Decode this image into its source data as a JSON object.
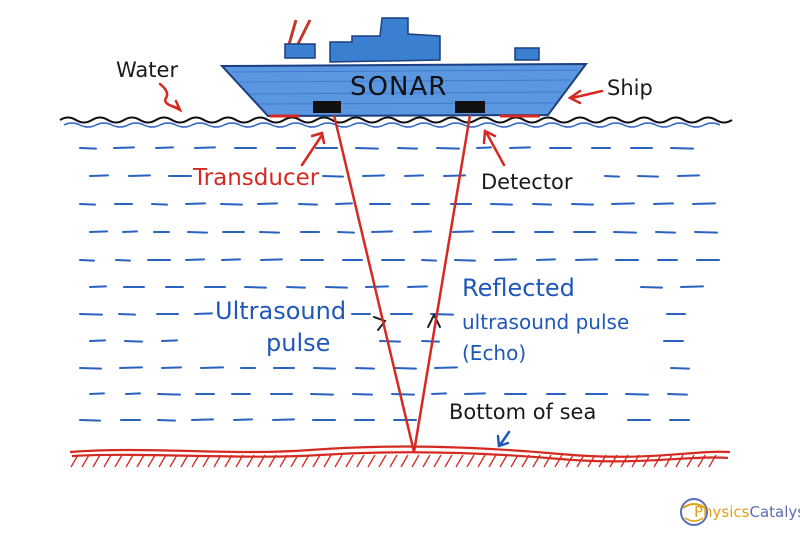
{
  "labels": {
    "water": "Water",
    "ship": "Ship",
    "sonar": "SONAR",
    "transducer": "Transducer",
    "detector": "Detector",
    "ultrasound_line1": "Ultrasound",
    "ultrasound_line2": "pulse",
    "reflected_line1": "Reflected",
    "reflected_line2": "ultrasound pulse",
    "reflected_line3": "(Echo)",
    "bottom": "Bottom of sea"
  },
  "logo": {
    "part1": "Physics",
    "part2": "Catalyst"
  },
  "colors": {
    "pulse": "#d42a22",
    "water": "#1f58b8",
    "ship": "#3b7fd0",
    "label_dark": "#1a1a1a",
    "label_red": "#d42a22",
    "label_blue": "#1f58b8"
  }
}
